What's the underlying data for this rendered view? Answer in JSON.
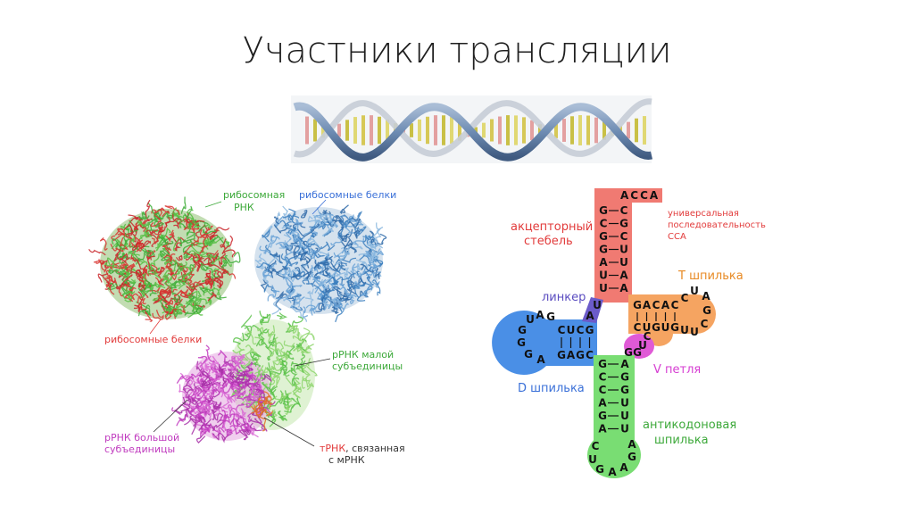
{
  "title": "Участники трансляции",
  "ribosome_labels": {
    "rrna": [
      "рибосомная",
      "РНК"
    ],
    "proteins_top": "рибосомные белки",
    "proteins_bottom": "рибосомные белки",
    "small_subunit": [
      "рРНК малой",
      "субъединицы"
    ],
    "large_subunit": [
      "рРНК большой",
      "субъединицы"
    ],
    "trna_mrna": [
      "тРНК, связанная",
      "с мРНК"
    ]
  },
  "trna_labels": {
    "acceptor": [
      "акцепторный",
      "стебель"
    ],
    "universal": [
      "универсальная",
      "последовательность",
      "CCA"
    ],
    "t_loop": "Т шпилька",
    "linker": "линкер",
    "v_loop": "V петля",
    "d_loop": "D шпилька",
    "anticodon": [
      "антикодоновая",
      "шпилька"
    ]
  },
  "trna_sequences": {
    "cca": "ACCA",
    "acceptor_left": [
      "G",
      "C",
      "G",
      "G",
      "A",
      "U",
      "U"
    ],
    "acceptor_right": [
      "C",
      "G",
      "C",
      "U",
      "U",
      "A",
      "A"
    ],
    "linker": [
      "U",
      "A"
    ],
    "t_top": [
      "G",
      "A",
      "C",
      "A",
      "C"
    ],
    "t_bottom": [
      "C",
      "U",
      "G",
      "U",
      "G"
    ],
    "t_loop": [
      "C",
      "U",
      "A",
      "G",
      "C",
      "U",
      "U"
    ],
    "d_top": [
      "C",
      "U",
      "C",
      "G"
    ],
    "d_bottom": [
      "G",
      "A",
      "G",
      "C"
    ],
    "d_loop": [
      "G",
      "A",
      "U",
      "G",
      "G",
      "G",
      "A"
    ],
    "v_loop": [
      "C",
      "U",
      "G",
      "G"
    ],
    "anticodon_left": [
      "G",
      "C",
      "C",
      "A",
      "G",
      "A"
    ],
    "anticodon_right": [
      "A",
      "G",
      "G",
      "U",
      "U",
      "U"
    ],
    "anticodon_loop": [
      "C",
      "U",
      "G",
      "A",
      "A",
      "G",
      "A"
    ]
  },
  "colors": {
    "acceptor": "#f07a72",
    "t_arm": "#f5a461",
    "d_arm": "#4a8fe6",
    "anticodon": "#79dd73",
    "linker": "#6b5bc9",
    "v_loop": "#e05ad6",
    "label_red": "#e23b3b",
    "label_orange": "#e88a24",
    "label_blue": "#3a70d8",
    "label_green": "#3da93a",
    "label_purple": "#8064b8",
    "label_magenta": "#d63ed2"
  }
}
